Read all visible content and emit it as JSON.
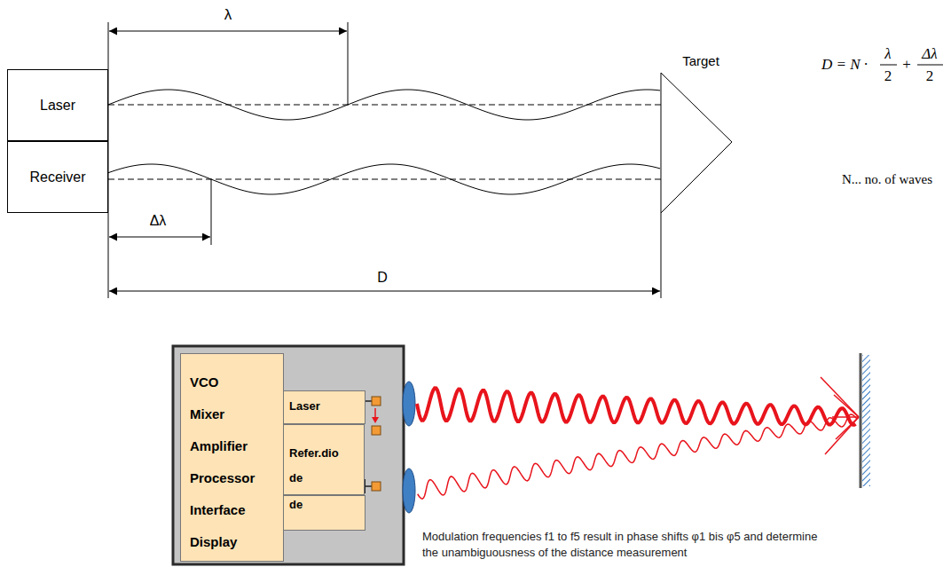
{
  "diagram": {
    "caption": "Modulation frequencies f1 to f5 result in phase shifts φ1 bis φ5 and determine the unambiguousness of the distance measurement",
    "nodes": [
      {
        "text": [
          "Laser"
        ]
      },
      {
        "text": [
          "Receiver"
        ]
      },
      {
        "text": [
          "VCO",
          "Mixer",
          "Amplifier",
          "Processor",
          "Interface",
          "Display"
        ]
      },
      {
        "text": [
          "Laser"
        ]
      },
      {
        "text": [
          "Refer.dio de"
        ]
      },
      {
        "text": [
          "de"
        ]
      }
    ],
    "labels": [
      "λ",
      "Target",
      "Δλ",
      "D",
      "D = N ·",
      "λ",
      "2",
      "+",
      "Δλ",
      "2",
      "N... no. of waves"
    ]
  }
}
